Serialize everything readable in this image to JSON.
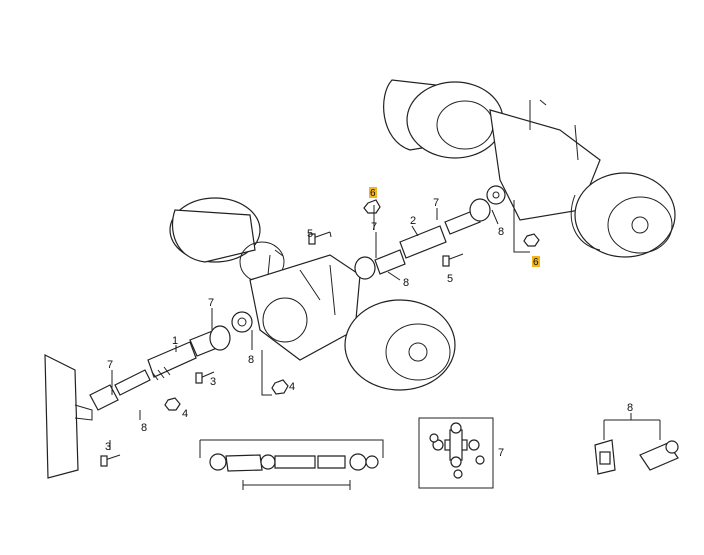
{
  "callouts": {
    "c1": "1",
    "c2": "2",
    "c3a": "3",
    "c3b": "3",
    "c4a": "4",
    "c4b": "4",
    "c5a": "5",
    "c5b": "5",
    "c7a": "7",
    "c7b": "7",
    "c7c": "7",
    "c7d": "7",
    "c7e": "7",
    "c8a": "8",
    "c8b": "8",
    "c8c": "8",
    "c8d": "8",
    "c8e": "8",
    "h6a": "6",
    "h6b": "6"
  },
  "colors": {
    "highlight": "#f2b61c",
    "line": "#222222"
  }
}
